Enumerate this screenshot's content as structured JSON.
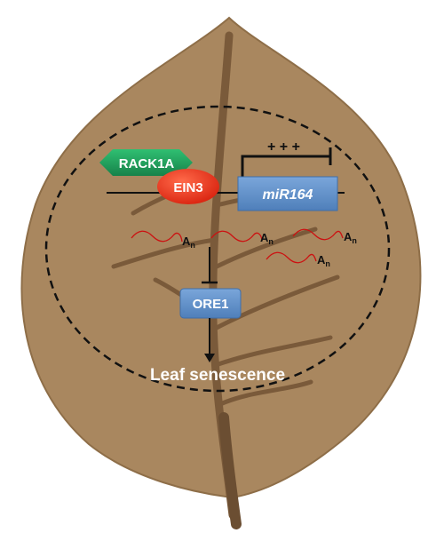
{
  "colors": {
    "leaf": "#a9875f",
    "leaf_edge": "#8e6e48",
    "vein": "#7a5a3a",
    "stem": "#6b4e32",
    "rack1a": "#1f9a5a",
    "ein3": "#e8321c",
    "box_blue": "#5f8fc8",
    "mrna": "#cc1111",
    "text_white": "#ffffff"
  },
  "proteins": {
    "rack1a": "RACK1A",
    "ein3": "EIN3"
  },
  "gene": {
    "mir164": "miR164",
    "activation_marks": "+ + +"
  },
  "target": {
    "ore1": "ORE1"
  },
  "transcripts": [
    {
      "label": "A",
      "subscript": "n"
    },
    {
      "label": "A",
      "subscript": "n"
    },
    {
      "label": "A",
      "subscript": "n"
    },
    {
      "label": "A",
      "subscript": "n"
    }
  ],
  "outcome": {
    "label": "Leaf senescence"
  }
}
